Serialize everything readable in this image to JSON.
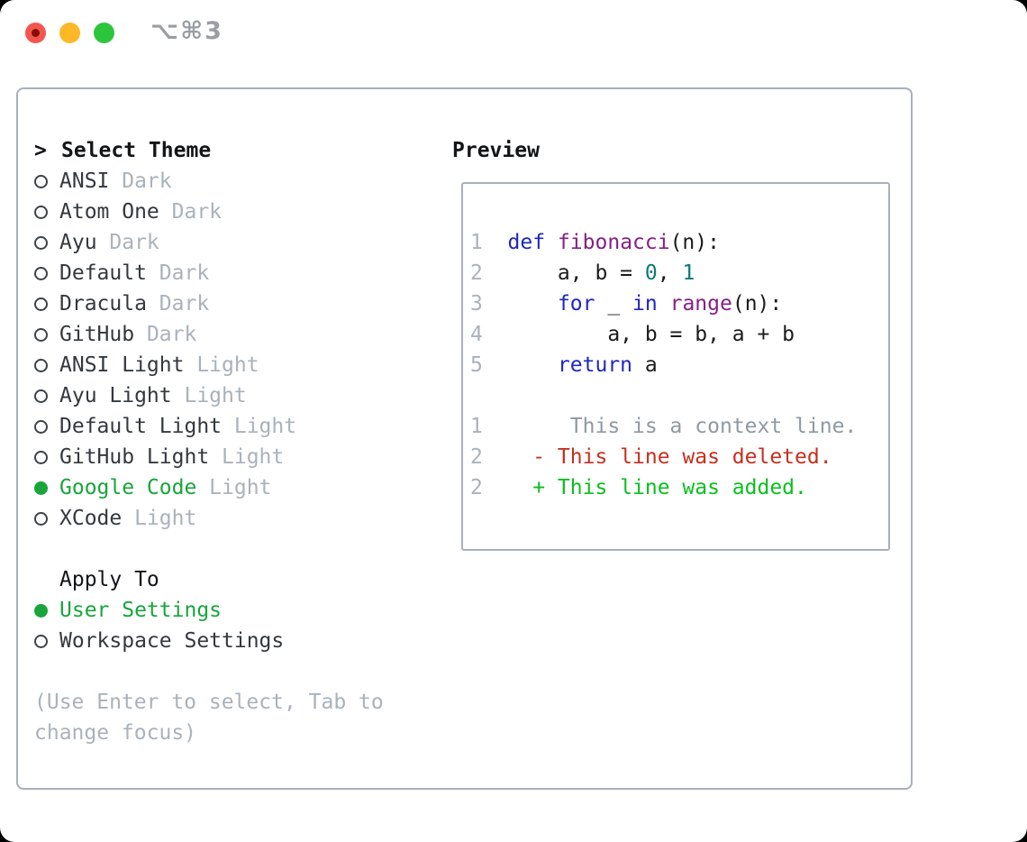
{
  "window": {
    "shortcut_label": "⌥⌘3",
    "traffic_lights": [
      "close",
      "minimize",
      "zoom"
    ]
  },
  "theme_selector": {
    "header": {
      "chevron": ">",
      "label": "Select Theme"
    },
    "themes": [
      {
        "name": "ANSI",
        "variant": "Dark",
        "selected": false
      },
      {
        "name": "Atom One",
        "variant": "Dark",
        "selected": false
      },
      {
        "name": "Ayu",
        "variant": "Dark",
        "selected": false
      },
      {
        "name": "Default",
        "variant": "Dark",
        "selected": false
      },
      {
        "name": "Dracula",
        "variant": "Dark",
        "selected": false
      },
      {
        "name": "GitHub",
        "variant": "Dark",
        "selected": false
      },
      {
        "name": "ANSI Light",
        "variant": "Light",
        "selected": false
      },
      {
        "name": "Ayu Light",
        "variant": "Light",
        "selected": false
      },
      {
        "name": "Default Light",
        "variant": "Light",
        "selected": false
      },
      {
        "name": "GitHub Light",
        "variant": "Light",
        "selected": false
      },
      {
        "name": "Google Code",
        "variant": "Light",
        "selected": true
      },
      {
        "name": "XCode",
        "variant": "Light",
        "selected": false
      }
    ],
    "apply_to": {
      "label": "Apply To",
      "options": [
        {
          "name": "User Settings",
          "selected": true
        },
        {
          "name": "Workspace Settings",
          "selected": false
        }
      ]
    },
    "hint_line1": "(Use Enter to select, Tab to",
    "hint_line2": "change focus)"
  },
  "preview": {
    "label": "Preview",
    "code_lines": [
      {
        "num": "1",
        "tokens": [
          [
            "def",
            "kw"
          ],
          [
            " ",
            "pln"
          ],
          [
            "fibonacci",
            "fn"
          ],
          [
            "(n):",
            "pln"
          ]
        ]
      },
      {
        "num": "2",
        "tokens": [
          [
            "    a, b = ",
            "pln"
          ],
          [
            "0",
            "nm"
          ],
          [
            ", ",
            "pln"
          ],
          [
            "1",
            "nm"
          ]
        ]
      },
      {
        "num": "3",
        "tokens": [
          [
            "    ",
            "pln"
          ],
          [
            "for",
            "kw"
          ],
          [
            " _ ",
            "pln"
          ],
          [
            "in",
            "kw"
          ],
          [
            " ",
            "pln"
          ],
          [
            "range",
            "fn"
          ],
          [
            "(n):",
            "pln"
          ]
        ]
      },
      {
        "num": "4",
        "tokens": [
          [
            "        a, b = b, a + b",
            "pln"
          ]
        ]
      },
      {
        "num": "5",
        "tokens": [
          [
            "    ",
            "pln"
          ],
          [
            "return",
            "kw"
          ],
          [
            " a",
            "pln"
          ]
        ]
      },
      {
        "num": "",
        "tokens": []
      },
      {
        "num": "1",
        "tokens": [
          [
            "     This is a context line.",
            "ctx"
          ]
        ]
      },
      {
        "num": "2",
        "tokens": [
          [
            "  - This line was deleted.",
            "del"
          ]
        ]
      },
      {
        "num": "2",
        "tokens": [
          [
            "  + This line was added.",
            "add"
          ]
        ]
      }
    ]
  },
  "colors": {
    "accent_green": "#18a53b",
    "text_primary": "#34383f",
    "text_heading": "#121418",
    "text_muted": "#a9b2bc",
    "panel_border": "#a9b0ba",
    "code_keyword": "#1f27bd",
    "code_function": "#861f86",
    "code_number": "#0f7878",
    "code_plain": "#1b1b1b",
    "diff_context": "#8f99a3",
    "diff_deleted": "#c5301f",
    "diff_added": "#0abf1f",
    "titlebar_text": "#9a9ea3",
    "traffic_red": "#f4564d",
    "traffic_yellow": "#fcb826",
    "traffic_green": "#2dc53c"
  }
}
